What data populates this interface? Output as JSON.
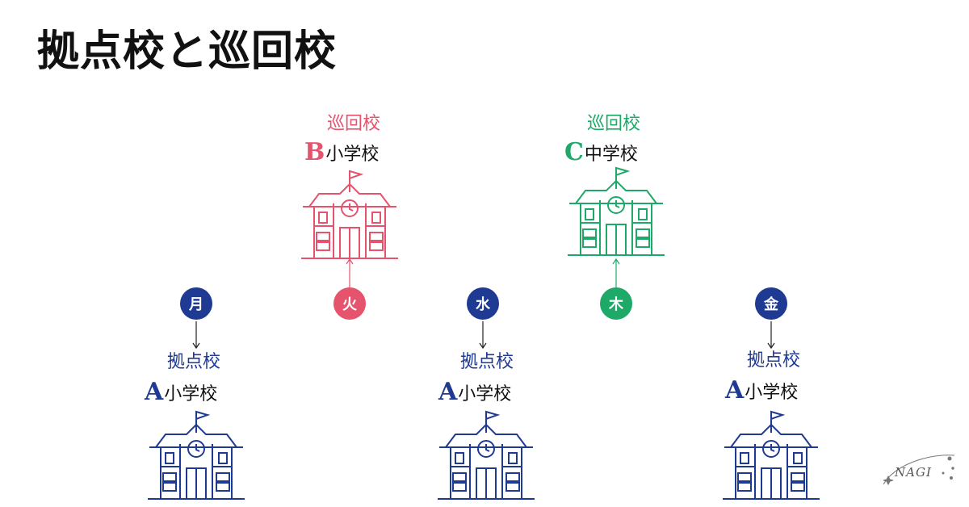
{
  "title": "拠点校と巡回校",
  "colors": {
    "base": "#1f3a93",
    "patrol_b": "#e5536d",
    "patrol_c": "#1fa968"
  },
  "schools": {
    "a1": {
      "role": "拠点校",
      "letter": "A",
      "name": "小学校",
      "icon": "school-building-icon"
    },
    "a2": {
      "role": "拠点校",
      "letter": "A",
      "name": "小学校",
      "icon": "school-building-icon"
    },
    "a3": {
      "role": "拠点校",
      "letter": "A",
      "name": "小学校",
      "icon": "school-building-icon"
    },
    "b": {
      "role": "巡回校",
      "letter": "B",
      "name": "小学校",
      "icon": "school-building-icon"
    },
    "c": {
      "role": "巡回校",
      "letter": "C",
      "name": "中学校",
      "icon": "school-building-icon"
    }
  },
  "days": {
    "mon": "月",
    "tue": "火",
    "wed": "水",
    "thu": "木",
    "fri": "金"
  },
  "logo": {
    "text": "NAGI",
    "icon": "star-logo-icon"
  }
}
